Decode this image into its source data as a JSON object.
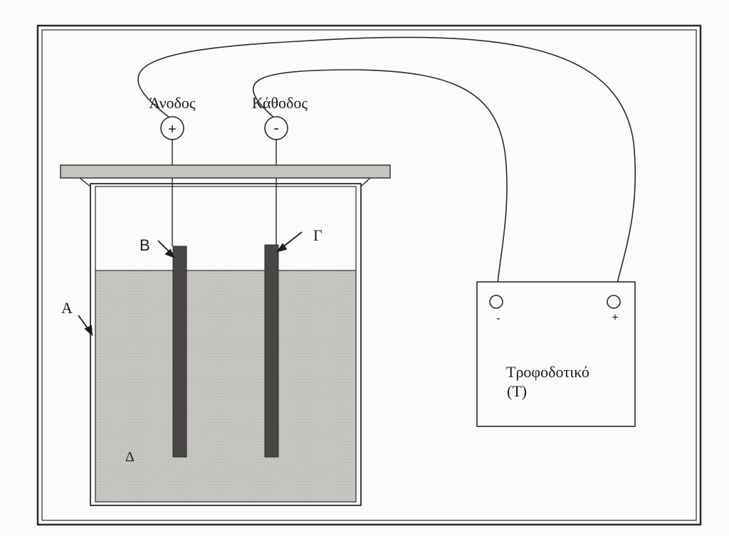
{
  "diagram": {
    "anode": {
      "label": "Άνοδος",
      "sign": "+"
    },
    "cathode": {
      "label": "Κάθοδος",
      "sign": "-"
    },
    "labels": {
      "vessel": "A",
      "anode_electrode": "B",
      "cathode_electrode": "Γ",
      "electrolyte": "Δ"
    },
    "power_supply": {
      "name": "Τροφοδοτικό",
      "abbrev": "(Τ)",
      "negative_terminal": "-",
      "positive_terminal": "+"
    }
  },
  "colors": {
    "line": "#2a2a2a",
    "lid": "#c4c4c0",
    "electrolyte": "#c9c9c5",
    "electrode": "#4a4646",
    "background": "#fbfbf9"
  }
}
